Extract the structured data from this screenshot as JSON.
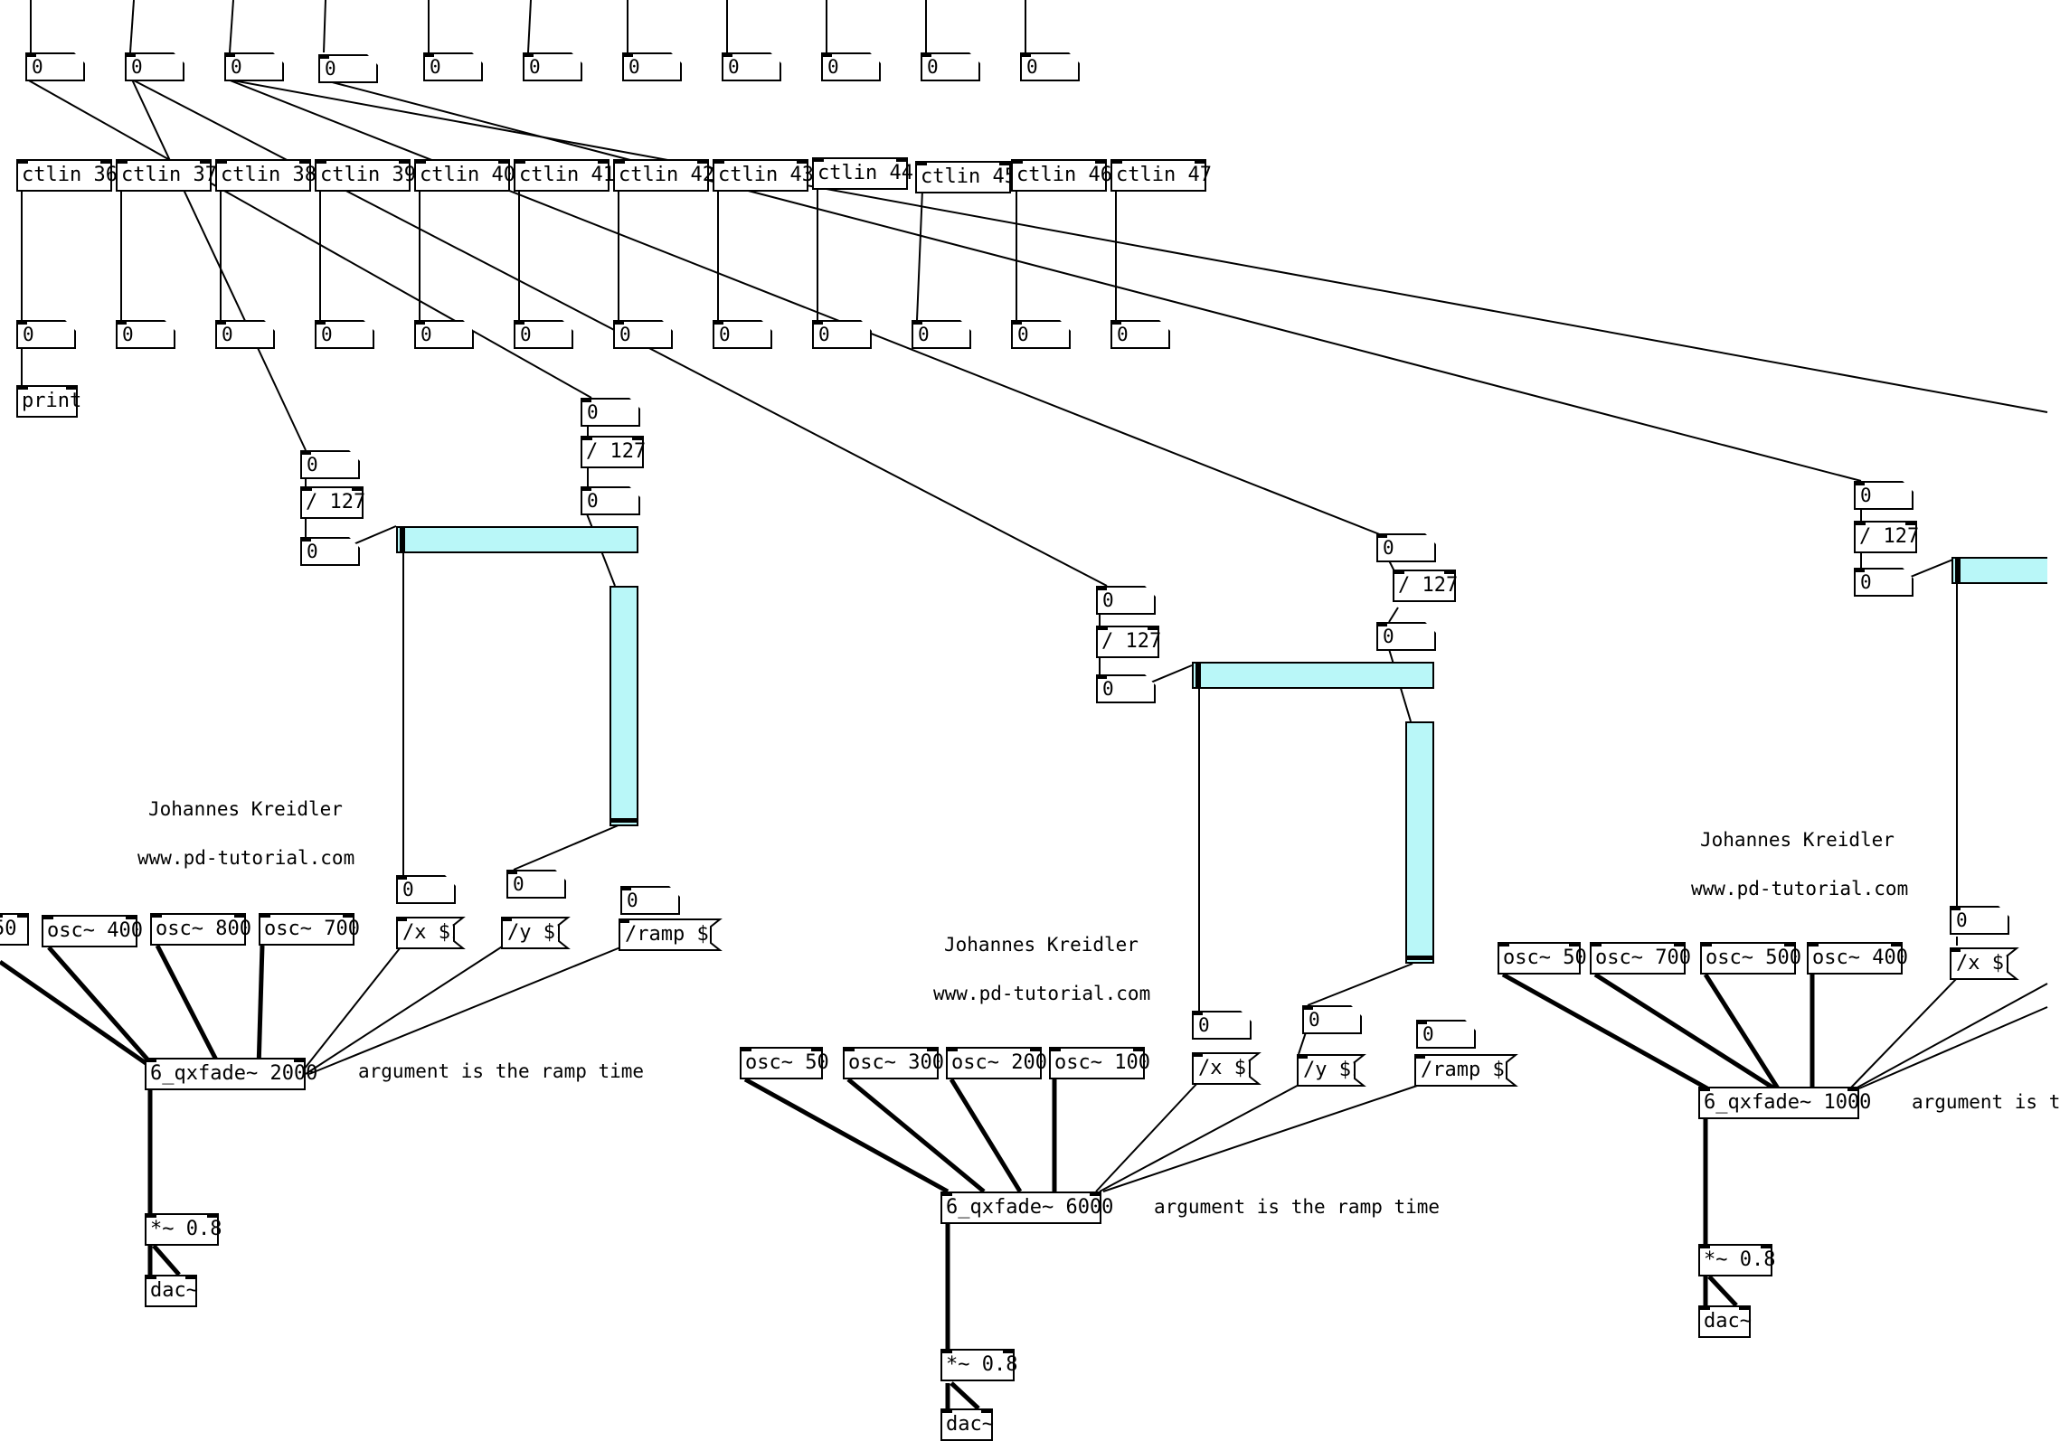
{
  "patch": {
    "top_numbers": [
      "0",
      "0",
      "0",
      "0",
      "0",
      "0",
      "0",
      "0",
      "0",
      "0",
      "0"
    ],
    "ctlin": [
      "ctlin 36",
      "ctlin 37",
      "ctlin 38",
      "ctlin 39",
      "ctlin 40",
      "ctlin 41",
      "ctlin 42",
      "ctlin 43",
      "ctlin 44",
      "ctlin 45",
      "ctlin 46",
      "ctlin 47"
    ],
    "ctlin_outputs": [
      "0",
      "0",
      "0",
      "0",
      "0",
      "0",
      "0",
      "0",
      "0",
      "0",
      "0",
      "0"
    ],
    "print_label": "print",
    "author": "Johannes Kreidler",
    "url": "www.pd-tutorial.com",
    "arg_comment": "argument is the ramp time",
    "arg_comment_partial": "argument is t",
    "div_label": "/ 127",
    "zero": "0",
    "msg_x": "/x $1",
    "msg_y": "/y $1",
    "msg_ramp": "/ramp $1",
    "mul": "*~ 0.8",
    "dac": "dac~",
    "groups": [
      {
        "oscs": [
          "50",
          "osc~ 400",
          "osc~ 800",
          "osc~ 700"
        ],
        "xfade": "6_qxfade~ 2000"
      },
      {
        "oscs": [
          "osc~ 50",
          "osc~ 300",
          "osc~ 200",
          "osc~ 100"
        ],
        "xfade": "6_qxfade~ 6000"
      },
      {
        "oscs": [
          "osc~ 50",
          "osc~ 700",
          "osc~ 500",
          "osc~ 400"
        ],
        "xfade": "6_qxfade~ 1000"
      }
    ]
  },
  "colors": {
    "slider_fill": "#b9f7f8",
    "wire": "#000000",
    "background": "#ffffff"
  }
}
